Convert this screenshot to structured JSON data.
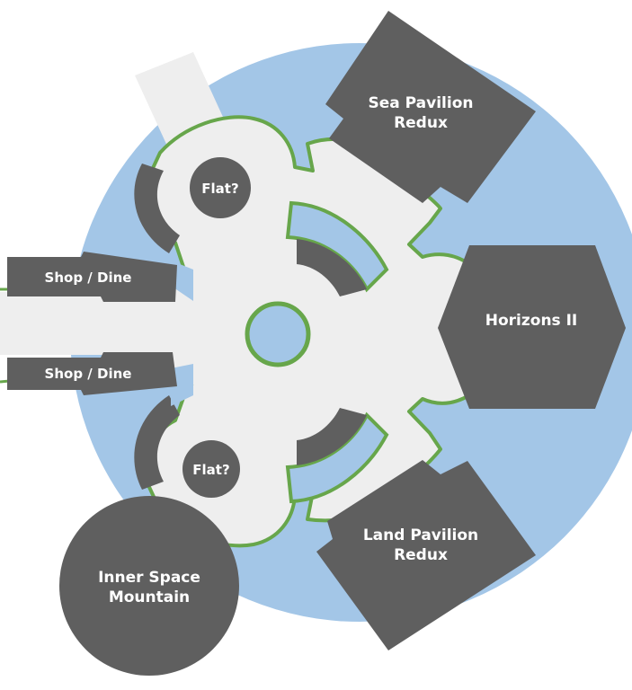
{
  "map": {
    "colors": {
      "water": "#a3c6e7",
      "plaza": "#eeeeee",
      "building": "#5f5f5f",
      "hedge": "#67a64b",
      "label": "#ffffff"
    },
    "pavilions": {
      "sea": {
        "line1": "Sea Pavilion",
        "line2": "Redux"
      },
      "horizons": {
        "label": "Horizons II"
      },
      "land": {
        "line1": "Land Pavilion",
        "line2": "Redux"
      },
      "inner_space": {
        "line1": "Inner Space",
        "line2": "Mountain"
      }
    },
    "shops": {
      "upper": {
        "label": "Shop / Dine"
      },
      "lower": {
        "label": "Shop / Dine"
      }
    },
    "flats": {
      "upper": {
        "label": "Flat?"
      },
      "lower": {
        "label": "Flat?"
      }
    }
  }
}
